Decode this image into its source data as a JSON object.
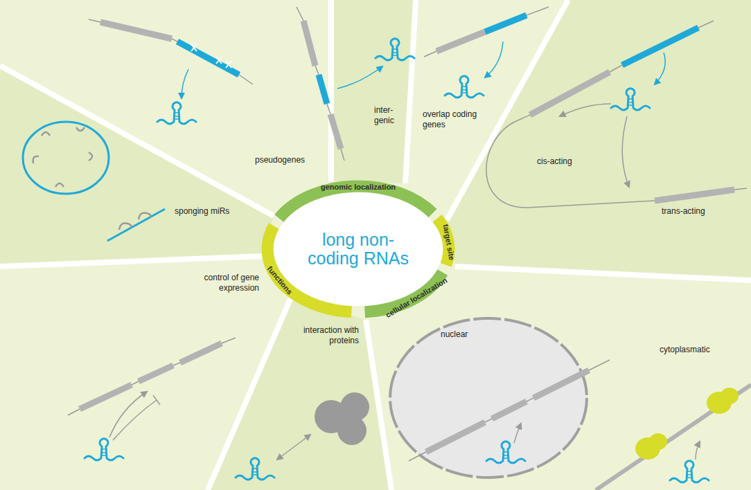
{
  "diagram": {
    "nodes": [
      {
        "text": [
          "long non-coding RNAs"
        ]
      },
      {
        "text": [
          "genomic localization"
        ]
      },
      {
        "text": [
          "target site"
        ]
      },
      {
        "text": [
          "cellular localization"
        ]
      },
      {
        "text": [
          "functions"
        ]
      }
    ],
    "labels": [
      "pseudogenes",
      "inter- genic",
      "overlap coding genes",
      "cis-acting",
      "trans-acting",
      "nuclear",
      "cytoplasmatic",
      "interaction with proteins",
      "control of gene expression",
      "sponging miRs"
    ]
  }
}
